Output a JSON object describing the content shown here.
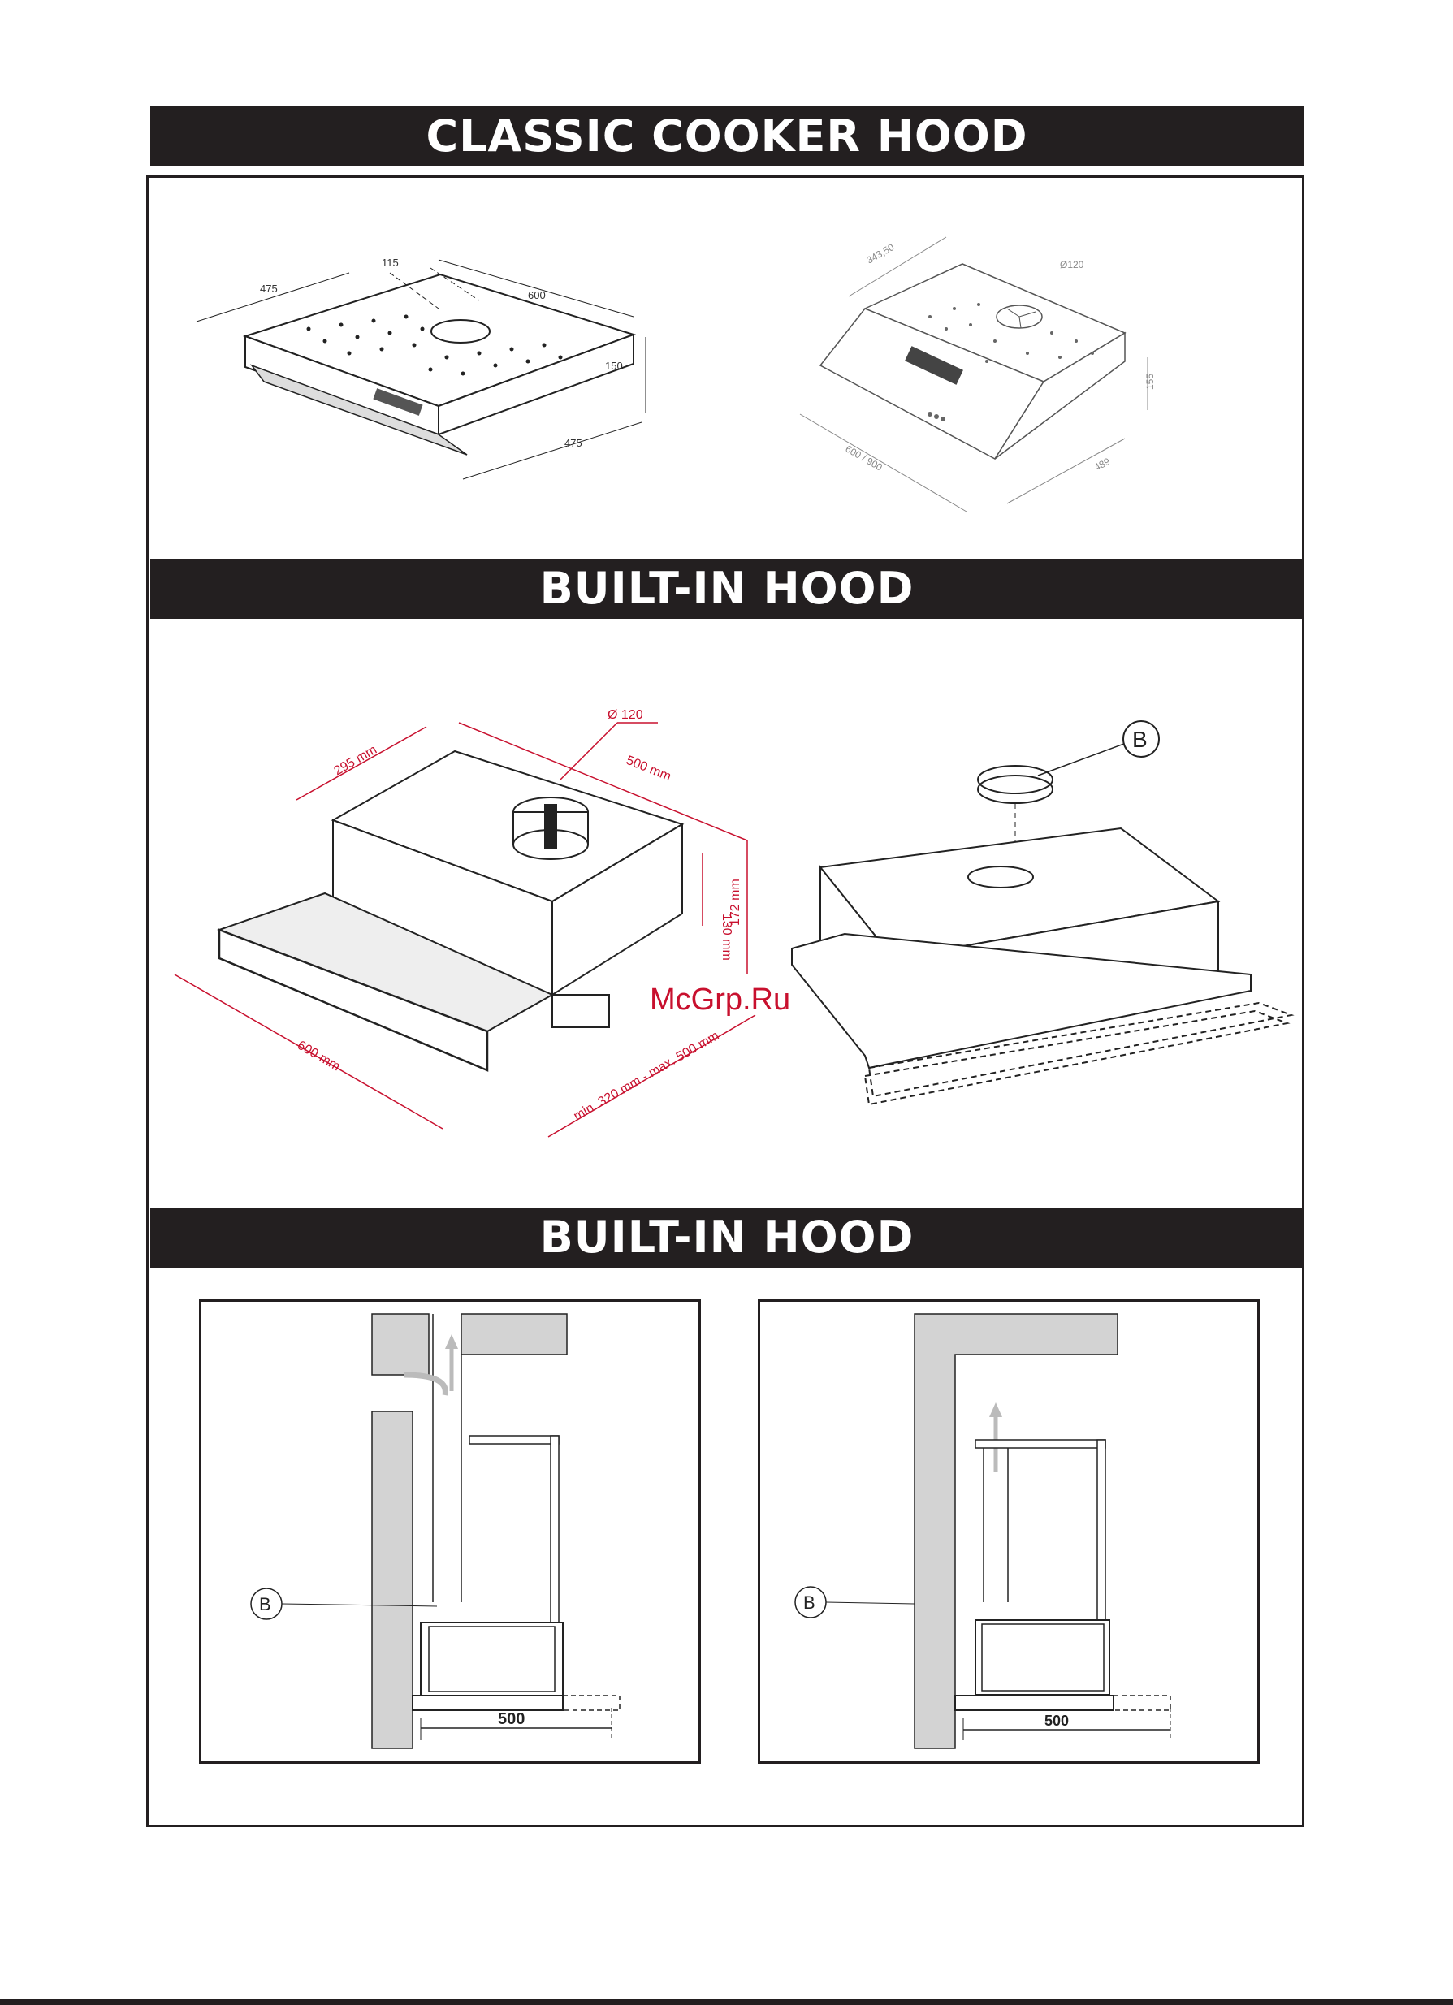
{
  "sections": {
    "classic": {
      "title": "CLASSIC COOKER HOOD"
    },
    "builtin_1": {
      "title": "BUILT-IN HOOD"
    },
    "builtin_2": {
      "title": "BUILT-IN HOOD"
    }
  },
  "classic_left": {
    "dim_depth_a": "475",
    "dim_top": "115",
    "dim_width": "600",
    "dim_height": "150",
    "dim_depth_b": "475"
  },
  "classic_right": {
    "dim_depth": "343,50",
    "dim_duct": "Ø120",
    "dim_height": "155",
    "dim_width": "600 / 900",
    "dim_bottom": "489"
  },
  "builtin_dims": {
    "depth": "295 mm",
    "width_top": "500 mm",
    "duct": "Ø 120",
    "height_a": "130 mm",
    "height_b": "172 mm",
    "front": "600 mm",
    "cabinet": "min. 320 mm - max. 500 mm"
  },
  "builtin_parts": {
    "label_b": "B"
  },
  "watermark": "McGrp.Ru",
  "installations": [
    {
      "label_b": "B",
      "dimension": "500"
    },
    {
      "label_b": "B",
      "dimension": "500"
    }
  ],
  "colors": {
    "band": "#231f20",
    "dimension_red": "#c8102e",
    "wall_gray": "#d3d3d3"
  }
}
